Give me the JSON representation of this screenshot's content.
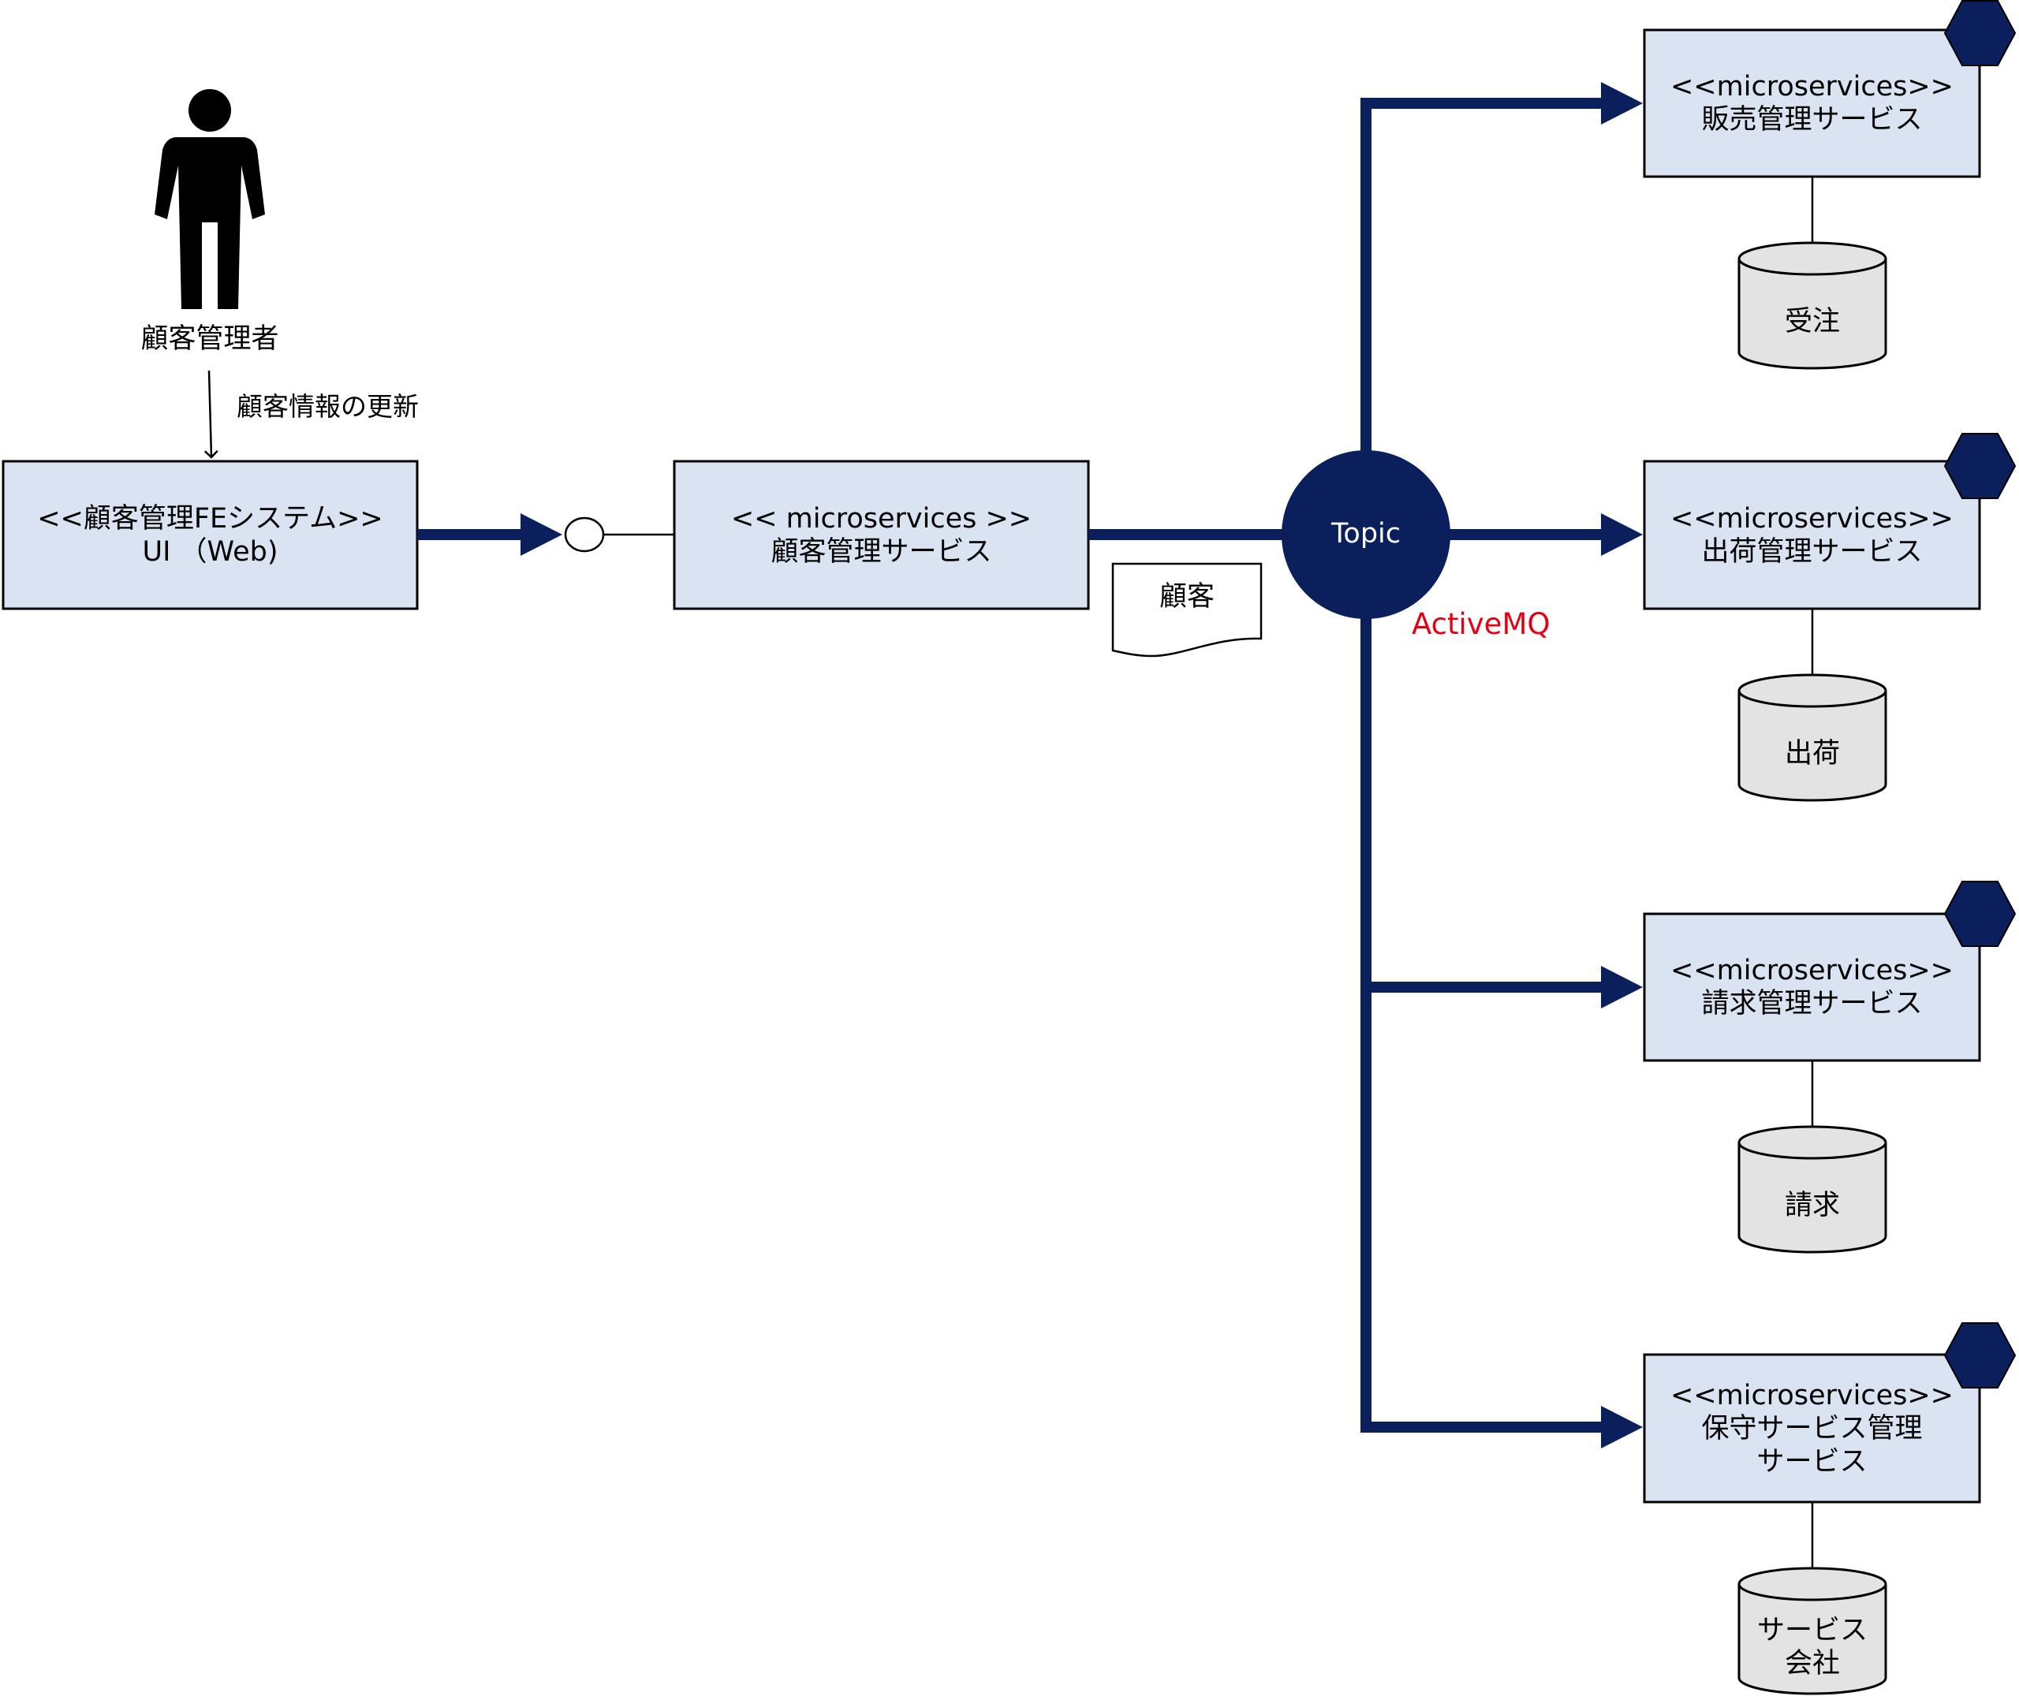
{
  "colors": {
    "navy": "#0a1f5c",
    "box_fill": "#dae3f2",
    "db_fill": "#e3e3e3",
    "accent_red": "#e60012"
  },
  "actor": {
    "name": "顧客管理者",
    "action": "顧客情報の更新",
    "icon": "person-icon"
  },
  "fe_system": {
    "line1": "<<顧客管理FEシステム>>",
    "line2": "UI （Web)"
  },
  "customer_service": {
    "line1": "<< microservices >>",
    "line2": "顧客管理サービス"
  },
  "message": {
    "label": "顧客"
  },
  "topic": {
    "label": "Topic",
    "broker": "ActiveMQ"
  },
  "services": [
    {
      "stereotype": "<<microservices>>",
      "name": "販売管理サービス",
      "db": "受注"
    },
    {
      "stereotype": "<<microservices>>",
      "name": "出荷管理サービス",
      "db": "出荷"
    },
    {
      "stereotype": "<<microservices>>",
      "name": "請求管理サービス",
      "db": "請求"
    },
    {
      "stereotype": "<<microservices>>",
      "name_line1": "保守サービス管理",
      "name_line2": "サービス",
      "db_line1": "サービス",
      "db_line2": "会社"
    }
  ]
}
